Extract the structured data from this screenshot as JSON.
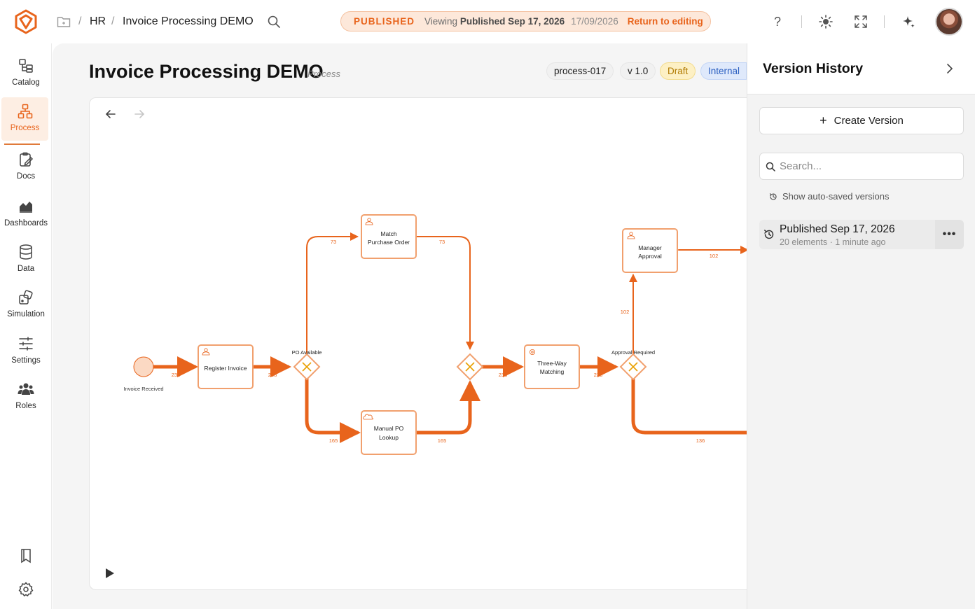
{
  "breadcrumb": {
    "items": [
      "HR",
      "Invoice Processing DEMO"
    ],
    "separator": "/"
  },
  "banner": {
    "status": "PUBLISHED",
    "viewing_prefix": "Viewing ",
    "viewing_bold": "Published Sep 17, 2026",
    "date": "17/09/2026",
    "return_label": "Return to editing"
  },
  "toolbar": {
    "help_icon": "?",
    "icons": [
      "help-icon",
      "theme-icon",
      "fullscreen-icon",
      "ai-sparkle-icon"
    ]
  },
  "sidebar": {
    "items": [
      {
        "label": "Catalog",
        "icon": "catalog-icon"
      },
      {
        "label": "Process",
        "icon": "process-icon",
        "active": true
      },
      {
        "label": "Docs",
        "icon": "docs-icon"
      },
      {
        "label": "Dashboards",
        "icon": "dashboards-icon"
      },
      {
        "label": "Data",
        "icon": "data-icon"
      },
      {
        "label": "Simulation",
        "icon": "simulation-icon"
      },
      {
        "label": "Settings",
        "icon": "settings-sliders-icon"
      },
      {
        "label": "Roles",
        "icon": "roles-icon"
      }
    ],
    "bottom_icons": [
      "bookmark-icon",
      "gear-icon"
    ]
  },
  "page": {
    "title": "Invoice Processing DEMO",
    "subtitle": "Process",
    "tags": {
      "id": "process-017",
      "version": "v 1.0",
      "state": "Draft",
      "visibility": "Internal"
    }
  },
  "diagram": {
    "start_label": "Invoice Received",
    "tasks": {
      "register": "Register Invoice",
      "match_po": [
        "Match",
        "Purchase Order"
      ],
      "manual_po": [
        "Manual PO",
        "Lookup"
      ],
      "three_way": [
        "Three-Way",
        "Matching"
      ],
      "manager": [
        "Manager",
        "Approval"
      ]
    },
    "gateways": {
      "po_available": "PO Available",
      "approval_required": "Approval Required"
    },
    "flow_counts": {
      "start_to_register": "238",
      "register_to_gw1": "238",
      "gw1_to_match": "73",
      "match_to_gw2": "73",
      "gw1_to_manual": "165",
      "manual_to_gw2": "165",
      "gw2_to_three_way": "238",
      "three_way_to_gw3": "238",
      "gw3_to_manager": "102",
      "manager_out": "102",
      "gw3_bypass": "136"
    },
    "accent_color": "#e8641c"
  },
  "version_panel": {
    "title": "Version History",
    "create_label": "Create Version",
    "search_placeholder": "Search...",
    "auto_saved_label": "Show auto-saved versions",
    "versions": [
      {
        "title": "Published Sep 17, 2026",
        "meta": "20 elements · 1 minute ago"
      }
    ]
  }
}
